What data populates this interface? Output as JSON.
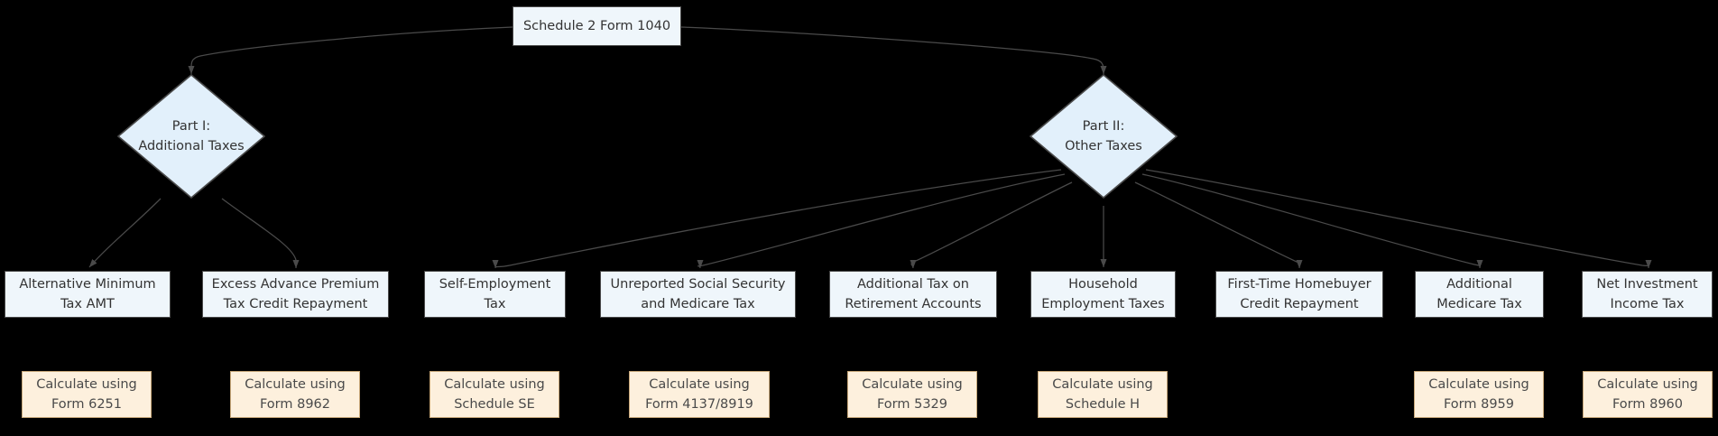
{
  "diagram": {
    "title": "Schedule 2 Form 1040 tax flowchart",
    "background_color": "#000000",
    "node_fill": "#eff6fb",
    "node_stroke": "#4a4a4a",
    "calc_fill": "#fdf0dd",
    "calc_stroke": "#c8a87a",
    "edge_color": "#4a4a4a",
    "text_color": "#333333"
  },
  "root": {
    "label": "Schedule 2 Form 1040"
  },
  "parts": {
    "part1": {
      "line1": "Part I:",
      "line2": "Additional Taxes"
    },
    "part2": {
      "line1": "Part II:",
      "line2": "Other Taxes"
    }
  },
  "items": [
    {
      "line1": "Alternative Minimum",
      "line2": "Tax AMT",
      "calc_line1": "Calculate using",
      "calc_line2": "Form 6251",
      "parent": "Part I"
    },
    {
      "line1": "Excess Advance Premium",
      "line2": "Tax Credit Repayment",
      "calc_line1": "Calculate using",
      "calc_line2": "Form 8962",
      "parent": "Part I"
    },
    {
      "line1": "Self-Employment",
      "line2": "Tax",
      "calc_line1": "Calculate using",
      "calc_line2": "Schedule SE",
      "parent": "Part II"
    },
    {
      "line1": "Unreported Social Security",
      "line2": "and Medicare Tax",
      "calc_line1": "Calculate using",
      "calc_line2": "Form 4137/8919",
      "parent": "Part II"
    },
    {
      "line1": "Additional Tax on",
      "line2": "Retirement Accounts",
      "calc_line1": "Calculate using",
      "calc_line2": "Form 5329",
      "parent": "Part II"
    },
    {
      "line1": "Household",
      "line2": "Employment Taxes",
      "calc_line1": "Calculate using",
      "calc_line2": "Schedule H",
      "parent": "Part II"
    },
    {
      "line1": "First-Time Homebuyer",
      "line2": "Credit Repayment",
      "calc_line1": "",
      "calc_line2": "",
      "parent": "Part II"
    },
    {
      "line1": "Additional",
      "line2": "Medicare Tax",
      "calc_line1": "Calculate using",
      "calc_line2": "Form 8959",
      "parent": "Part II"
    },
    {
      "line1": "Net Investment",
      "line2": "Income Tax",
      "calc_line1": "Calculate using",
      "calc_line2": "Form 8960",
      "parent": "Part II"
    }
  ]
}
